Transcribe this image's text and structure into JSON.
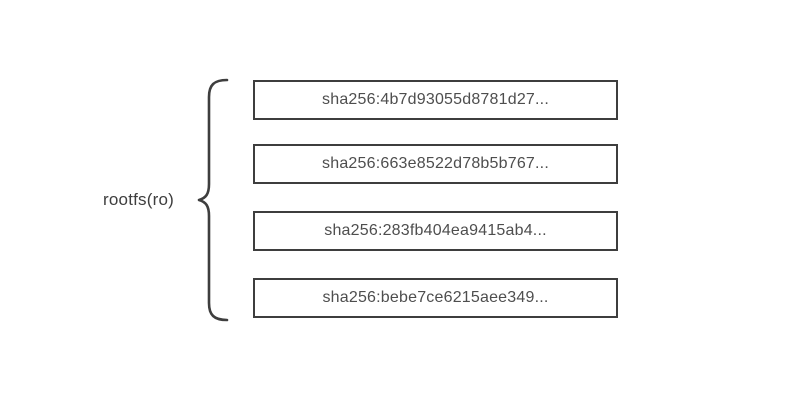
{
  "diagram": {
    "label": "rootfs(ro)",
    "layers": [
      {
        "hash": "sha256:4b7d93055d8781d27..."
      },
      {
        "hash": "sha256:663e8522d78b5b767..."
      },
      {
        "hash": "sha256:283fb404ea9415ab4..."
      },
      {
        "hash": "sha256:bebe7ce6215aee349..."
      }
    ],
    "colors": {
      "stroke": "#3e3e3e",
      "text": "#4e4e4e",
      "background": "#ffffff"
    }
  }
}
